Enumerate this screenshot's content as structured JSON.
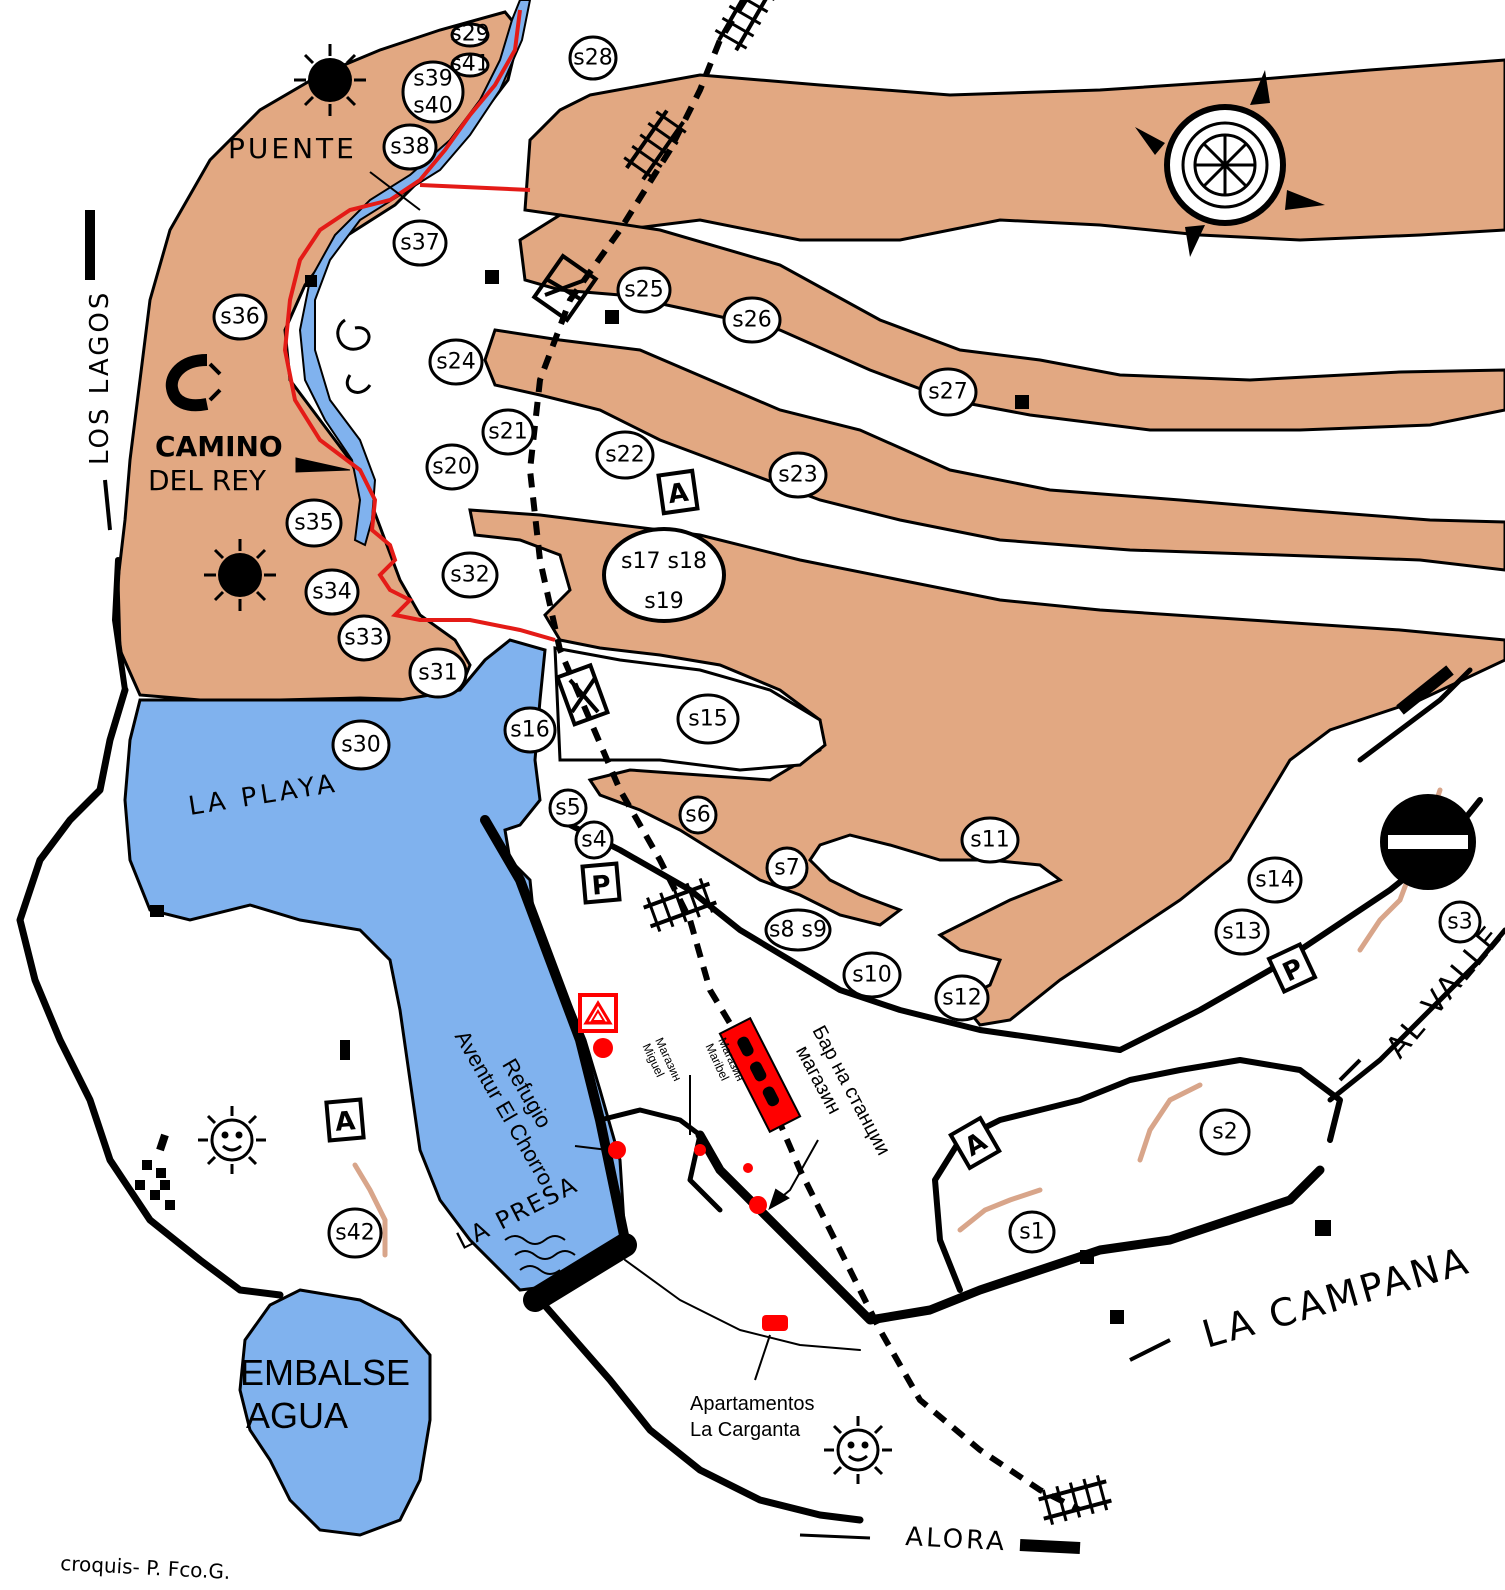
{
  "colors": {
    "rock": "#e2a882",
    "water": "#80b2ee",
    "ink": "#000000",
    "route": "#e41b17",
    "poi": "#ff0000",
    "paper": "#ffffff"
  },
  "place_names": {
    "puente": "PUENTE",
    "camino_line1": "CAMINO",
    "camino_line2": "DEL REY",
    "los_lagos": "LOS LAGOS",
    "la_playa": "LA PLAYA",
    "la_presa": "LA PRESA",
    "embalse_line1": "EMBALSE",
    "embalse_line2": "AGUA",
    "la_campana": "LA CAMPANA",
    "al_valle": "AL VALLE",
    "alora": "ALORA",
    "credit": "croquis- P. Fco.G."
  },
  "poi_labels": {
    "refugio_line1": "Refugio",
    "refugio_line2": "Aventur El Chorro",
    "shop_miguel_line1": "Магазин",
    "shop_miguel_line2": "Miguel",
    "shop_maribel_line1": "Магазин",
    "shop_maribel_line2": "Maribel",
    "bar_line1": "Бар на станции",
    "bar_line2": "магазин",
    "apartments_line1": "Apartamentos",
    "apartments_line2": "La Carganta"
  },
  "markers": {
    "parking": "P",
    "area": "A"
  },
  "sectors": [
    {
      "id": "s1",
      "label": "s1"
    },
    {
      "id": "s2",
      "label": "s2"
    },
    {
      "id": "s3",
      "label": "s3"
    },
    {
      "id": "s4",
      "label": "s4"
    },
    {
      "id": "s5",
      "label": "s5"
    },
    {
      "id": "s6",
      "label": "s6"
    },
    {
      "id": "s7",
      "label": "s7"
    },
    {
      "id": "s8s9",
      "label": "s8 s9"
    },
    {
      "id": "s10",
      "label": "s10"
    },
    {
      "id": "s11",
      "label": "s11"
    },
    {
      "id": "s12",
      "label": "s12"
    },
    {
      "id": "s13",
      "label": "s13"
    },
    {
      "id": "s14",
      "label": "s14"
    },
    {
      "id": "s15",
      "label": "s15"
    },
    {
      "id": "s16",
      "label": "s16"
    },
    {
      "id": "s17s18",
      "label": "s17 s18"
    },
    {
      "id": "s19",
      "label": "s19"
    },
    {
      "id": "s20",
      "label": "s20"
    },
    {
      "id": "s21",
      "label": "s21"
    },
    {
      "id": "s22",
      "label": "s22"
    },
    {
      "id": "s23",
      "label": "s23"
    },
    {
      "id": "s24",
      "label": "s24"
    },
    {
      "id": "s25",
      "label": "s25"
    },
    {
      "id": "s26",
      "label": "s26"
    },
    {
      "id": "s27",
      "label": "s27"
    },
    {
      "id": "s28",
      "label": "s28"
    },
    {
      "id": "s29",
      "label": "s29"
    },
    {
      "id": "s30",
      "label": "s30"
    },
    {
      "id": "s31",
      "label": "s31"
    },
    {
      "id": "s32",
      "label": "s32"
    },
    {
      "id": "s33",
      "label": "s33"
    },
    {
      "id": "s34",
      "label": "s34"
    },
    {
      "id": "s35",
      "label": "s35"
    },
    {
      "id": "s36",
      "label": "s36"
    },
    {
      "id": "s37",
      "label": "s37"
    },
    {
      "id": "s38",
      "label": "s38"
    },
    {
      "id": "s39",
      "label": "s39"
    },
    {
      "id": "s40",
      "label": "s40"
    },
    {
      "id": "s41",
      "label": "s41"
    },
    {
      "id": "s42",
      "label": "s42"
    }
  ],
  "icons": [
    "compass-rose-icon",
    "sun-icon",
    "sunny-face-icon",
    "railway-track-icon",
    "no-entry-icon",
    "refuge-triangle-icon"
  ]
}
